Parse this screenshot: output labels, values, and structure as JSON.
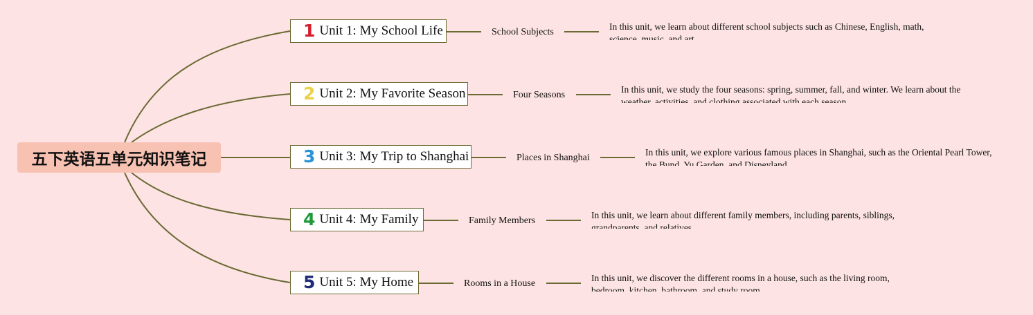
{
  "root": {
    "label": "五下英语五单元知识笔记"
  },
  "colors": {
    "background": "#fde3e3",
    "root_fill": "#f8c2b3",
    "line": "#6b6a35"
  },
  "units": [
    {
      "number": "1",
      "number_color": "#d6202e",
      "title": "Unit 1: My School Life",
      "topic": "School Subjects",
      "description": "In this unit, we learn about different school subjects such as Chinese, English, math, science, music, and art."
    },
    {
      "number": "2",
      "number_color": "#ecd04a",
      "title": "Unit 2: My Favorite Season",
      "topic": "Four Seasons",
      "description": "In this unit, we study the four seasons: spring, summer, fall, and winter. We learn about the weather, activities, and clothing associated with each season."
    },
    {
      "number": "3",
      "number_color": "#2a93d5",
      "title": "Unit 3: My Trip to Shanghai",
      "topic": "Places in Shanghai",
      "description": "In this unit, we explore various famous places in Shanghai, such as the Oriental Pearl Tower, the Bund, Yu Garden, and Disneyland."
    },
    {
      "number": "4",
      "number_color": "#1f9a3a",
      "title": "Unit 4: My Family",
      "topic": "Family Members",
      "description": "In this unit, we learn about different family members, including parents, siblings, grandparents, and relatives."
    },
    {
      "number": "5",
      "number_color": "#1f2a78",
      "title": "Unit 5: My Home",
      "topic": "Rooms in a House",
      "description": "In this unit, we discover the different rooms in a house, such as the living room, bedroom, kitchen, bathroom, and study room."
    }
  ]
}
